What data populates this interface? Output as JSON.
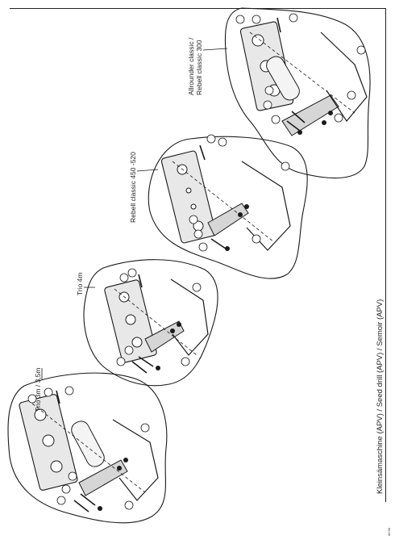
{
  "footer_title": "Kleinsämaschine (APV) / Seed drill (APV) / Semoir (APV)",
  "doc_code": "00 90",
  "variants": [
    {
      "label": "Allrounder classic /\nRebell classic 300"
    },
    {
      "label": "Rebell classic 450 -520"
    },
    {
      "label": "Trio 4m"
    },
    {
      "label": "Trio 3m / 3,5m"
    }
  ],
  "colors": {
    "line": "#1a1a1a",
    "background": "#ffffff"
  }
}
